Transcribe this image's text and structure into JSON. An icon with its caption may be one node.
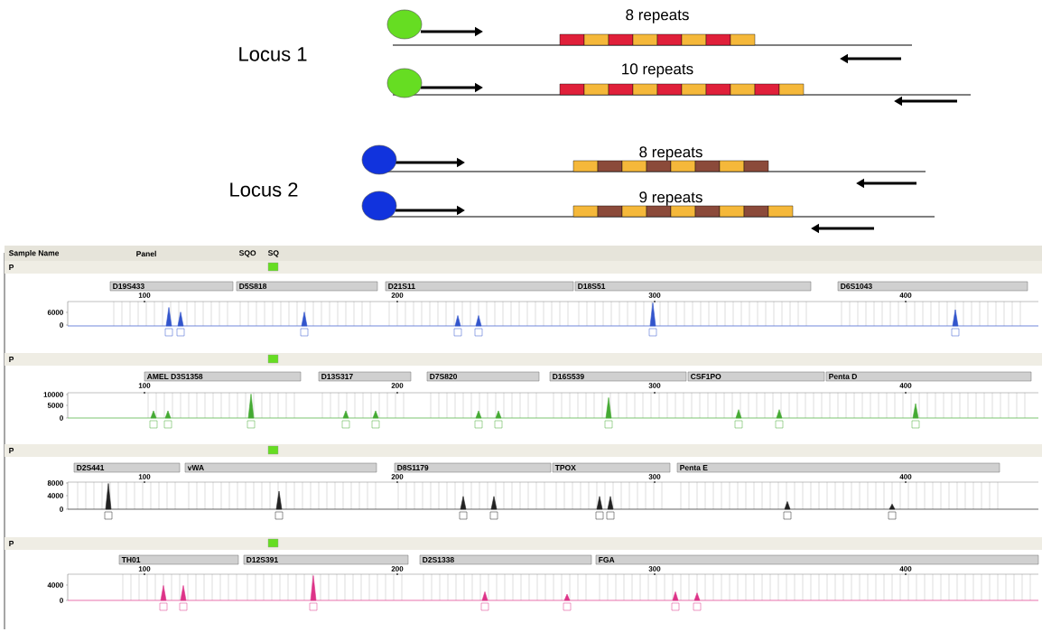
{
  "diagram": {
    "labels": [
      "Locus 1",
      "8 repeats",
      "10 repeats",
      "Locus 2",
      "8 repeats",
      "9 repeats",
      "Sample Name",
      "Panel",
      "SQO",
      "SQ",
      "P",
      "D19S433",
      "D5S818",
      "D21S11",
      "D18S51",
      "D6S1043",
      "100",
      "200",
      "300",
      "400",
      "6000",
      "0",
      "P",
      "AMEL D3S1358",
      "D13S317",
      "D7S820",
      "D16S539",
      "CSF1PO",
      "Penta D",
      "100",
      "200",
      "300",
      "400",
      "10000",
      "5000",
      "0",
      "P",
      "D2S441",
      "vWA",
      "D8S1179",
      "TPOX",
      "Penta E",
      "100",
      "200",
      "300",
      "400",
      "8000",
      "4000",
      "0",
      "P",
      "TH01",
      "D12S391",
      "D2S1338",
      "FGA",
      "100",
      "200",
      "300",
      "400",
      "4000",
      "0"
    ]
  }
}
